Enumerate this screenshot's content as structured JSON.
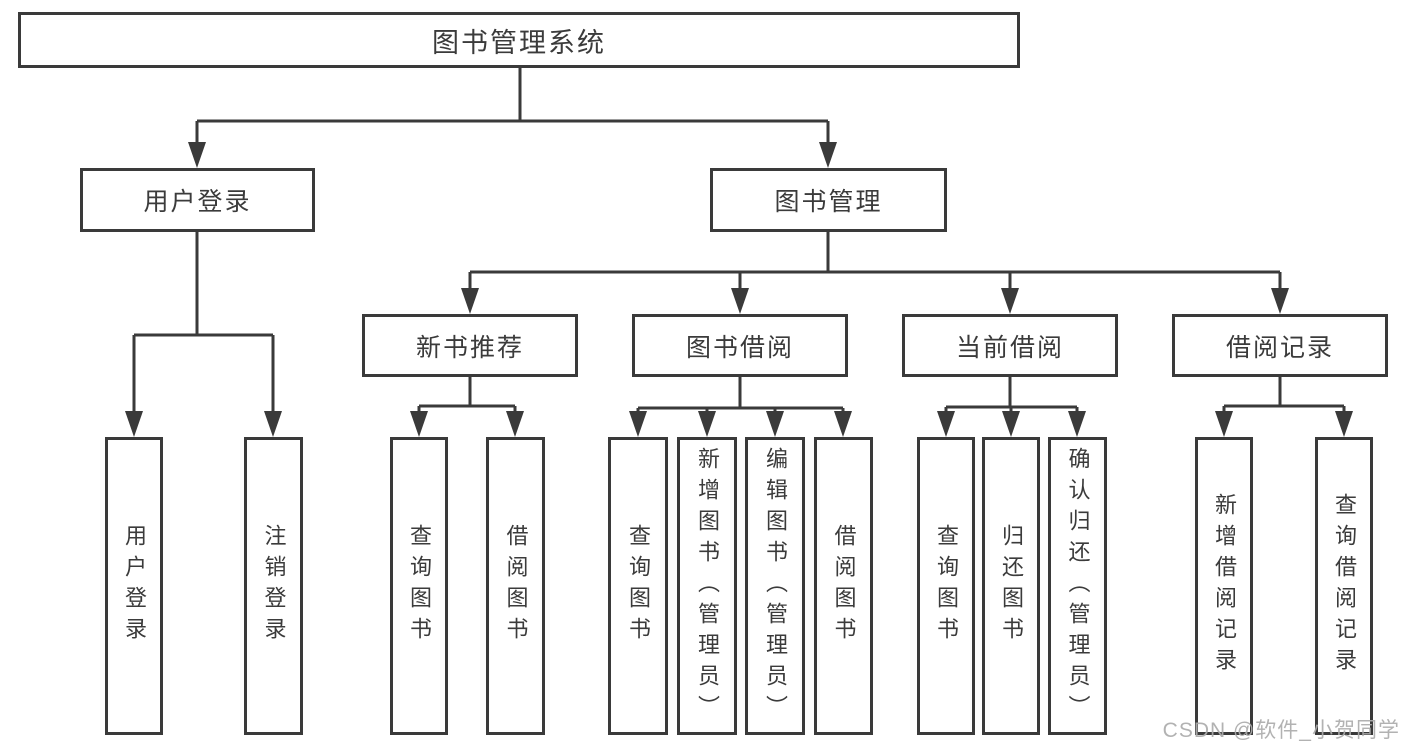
{
  "diagram": {
    "type": "hierarchy-tree",
    "colors": {
      "line": "#3a3a3a",
      "box_border": "#3a3a3a",
      "box_background": "#ffffff",
      "text": "#3b3b3b",
      "watermark": "#acacac"
    },
    "tree": {
      "root": {
        "label": "图书管理系统"
      },
      "branches": [
        {
          "label": "用户登录",
          "leaves": [
            {
              "label": "用户登录"
            },
            {
              "label": "注销登录"
            }
          ]
        },
        {
          "label": "图书管理",
          "groups": [
            {
              "label": "新书推荐",
              "leaves": [
                {
                  "label": "查询图书"
                },
                {
                  "label": "借阅图书"
                }
              ]
            },
            {
              "label": "图书借阅",
              "leaves": [
                {
                  "label": "查询图书"
                },
                {
                  "label": "新增图书（管理员）"
                },
                {
                  "label": "编辑图书（管理员）"
                },
                {
                  "label": "借阅图书"
                }
              ]
            },
            {
              "label": "当前借阅",
              "leaves": [
                {
                  "label": "查询图书"
                },
                {
                  "label": "归还图书"
                },
                {
                  "label": "确认归还（管理员）"
                }
              ]
            },
            {
              "label": "借阅记录",
              "leaves": [
                {
                  "label": "新增借阅记录"
                },
                {
                  "label": "查询借阅记录"
                }
              ]
            }
          ]
        }
      ]
    },
    "watermark": {
      "text": "CSDN @软件_小贺同学"
    }
  }
}
